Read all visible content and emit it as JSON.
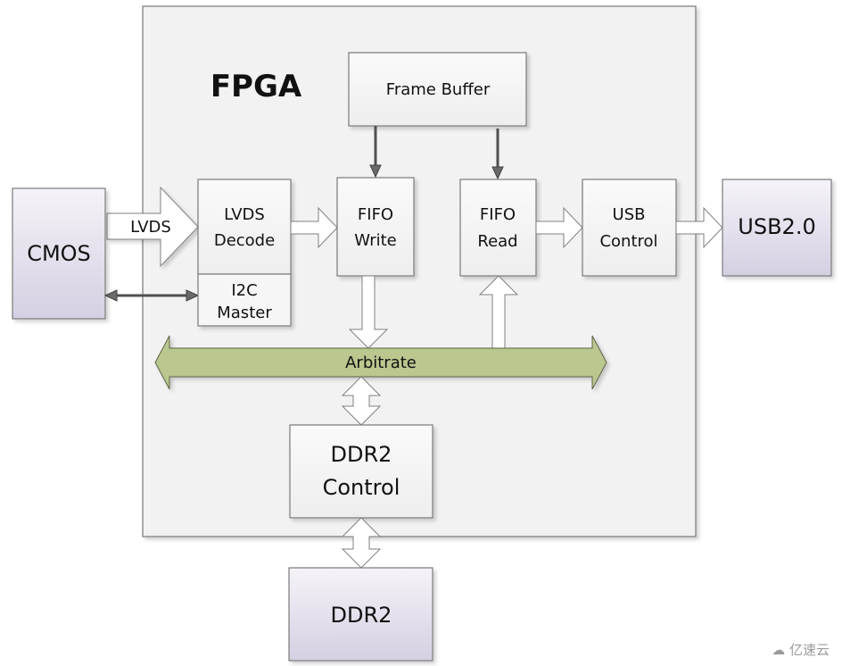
{
  "diagram": {
    "container": {
      "title": "FPGA"
    },
    "blocks": {
      "cmos": "CMOS",
      "lvds_decode": [
        "LVDS",
        "Decode"
      ],
      "i2c_master": [
        "I2C",
        "Master"
      ],
      "frame_buffer": "Frame Buffer",
      "fifo_write": [
        "FIFO",
        "Write"
      ],
      "fifo_read": [
        "FIFO",
        "Read"
      ],
      "usb_control": [
        "USB",
        "Control"
      ],
      "usb20": "USB2.0",
      "ddr2_control": [
        "DDR2",
        "Control"
      ],
      "ddr2": "DDR2"
    },
    "bus": {
      "label": "Arbitrate",
      "color": "#bac78f"
    },
    "links": {
      "cmos_to_lvds": "LVDS"
    },
    "colors": {
      "external_block_top": "#f4f2f7",
      "external_block_bottom": "#d6d0e2",
      "internal_block": "#f4f4f4",
      "container_bg": "#f2f2f2"
    }
  },
  "watermark": {
    "text": "亿速云"
  }
}
